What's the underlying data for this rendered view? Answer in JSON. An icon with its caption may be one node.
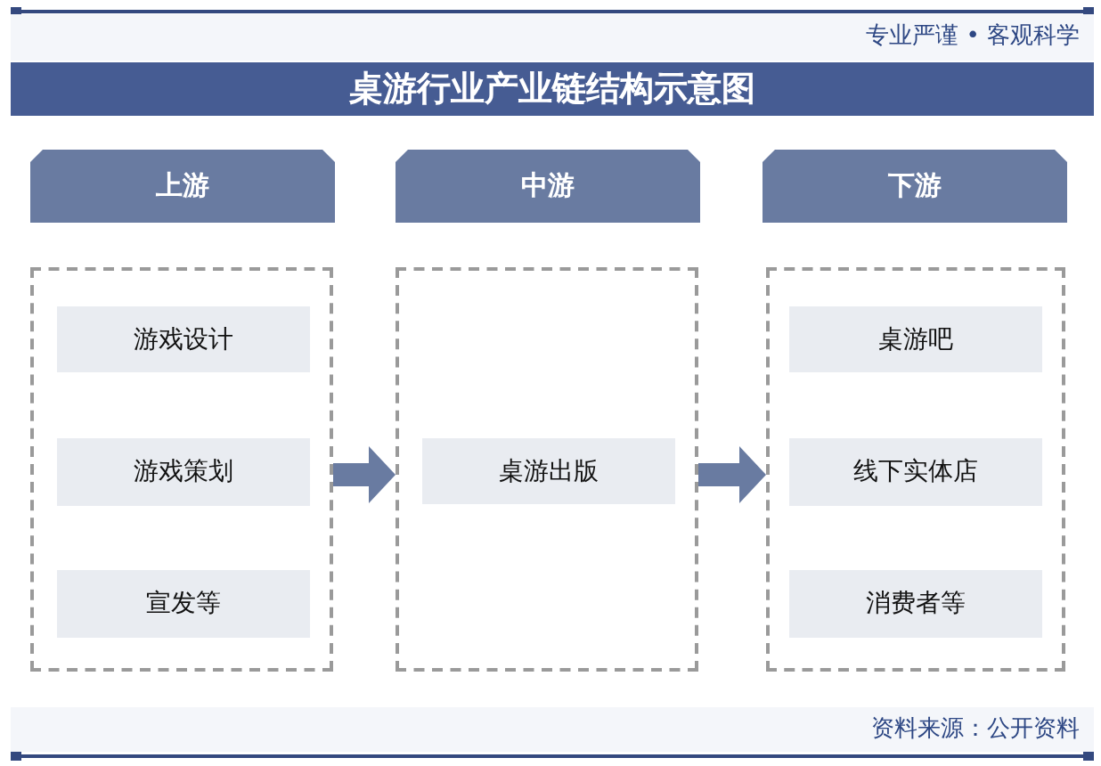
{
  "diagram": {
    "title": "桌游行业产业链结构示意图",
    "nodes": [
      {
        "text": [
          "上游"
        ]
      },
      {
        "text": [],
        "shape": "box"
      },
      {
        "text": [
          "游戏设计"
        ],
        "in": 1
      },
      {
        "text": [
          "游戏策划"
        ],
        "in": 1
      },
      {
        "text": [
          "宣发等"
        ],
        "in": 1
      },
      {
        "text": [
          "中游"
        ]
      },
      {
        "text": [],
        "shape": "box"
      },
      {
        "text": [
          "桌游出版"
        ],
        "in": 6
      },
      {
        "text": [
          "下游"
        ]
      },
      {
        "text": [],
        "shape": "box"
      },
      {
        "text": [
          "桌游吧"
        ],
        "in": 9
      },
      {
        "text": [
          "线下实体店"
        ],
        "in": 9
      },
      {
        "text": [
          "消费者等"
        ],
        "in": 9
      }
    ],
    "edges": [
      {
        "from": 1,
        "to": 6,
        "arrow": "to"
      },
      {
        "from": 6,
        "to": 9,
        "arrow": "to"
      }
    ],
    "labels": [
      "专业严谨 • 客观科学",
      "资料来源：公开资料"
    ]
  }
}
